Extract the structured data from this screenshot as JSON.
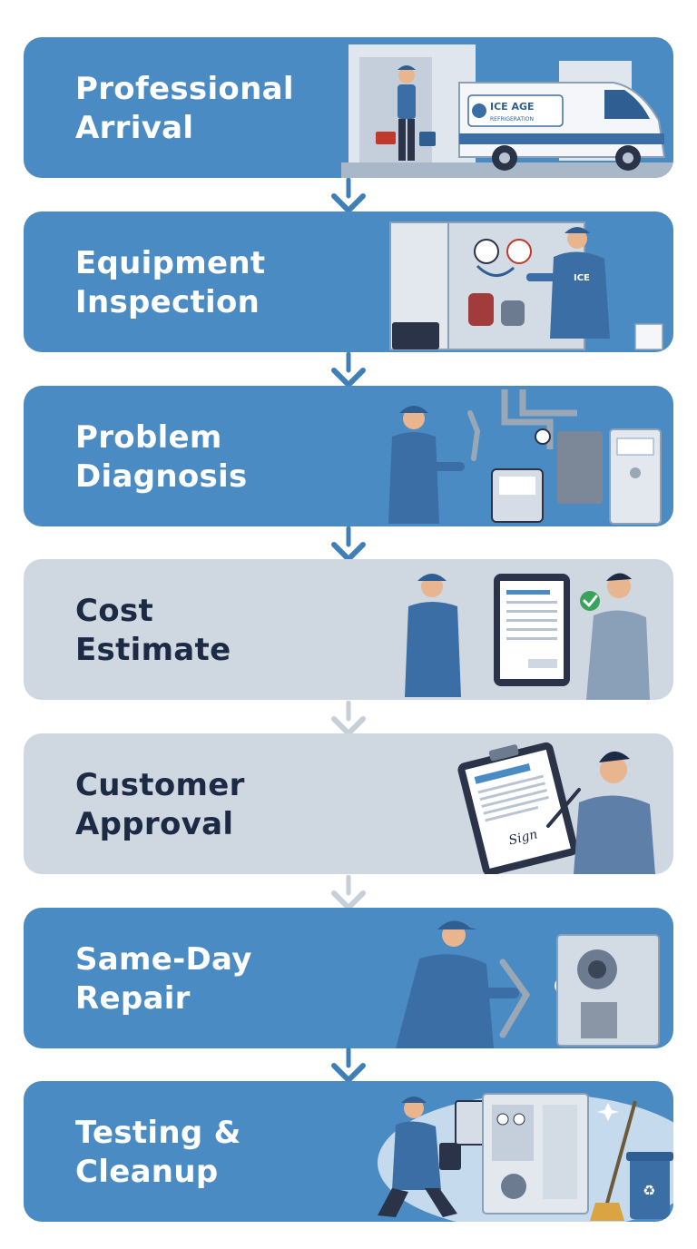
{
  "steps": [
    {
      "line1": "Professional",
      "line2": "Arrival",
      "theme": "blue",
      "van_text": "ICE AGE",
      "van_subtext": "REFRIGERATION"
    },
    {
      "line1": "Equipment",
      "line2": "Inspection",
      "theme": "blue",
      "badge_text": "ICE"
    },
    {
      "line1": "Problem",
      "line2": "Diagnosis",
      "theme": "blue"
    },
    {
      "line1": "Cost",
      "line2": "Estimate",
      "theme": "gray"
    },
    {
      "line1": "Customer",
      "line2": "Approval",
      "theme": "gray",
      "signature_text": "Sign"
    },
    {
      "line1": "Same-Day",
      "line2": "Repair",
      "theme": "blue"
    },
    {
      "line1": "Testing &",
      "line2": "Cleanup",
      "theme": "blue"
    }
  ],
  "colors": {
    "blue_card": "#4a8bc4",
    "gray_card": "#cfd7e1",
    "blue_arrow": "#3f7fb9",
    "gray_arrow": "#c6ced8",
    "title_dark": "#1c2a45",
    "uniform": "#3b6ea5",
    "skin": "#e8b58f"
  }
}
